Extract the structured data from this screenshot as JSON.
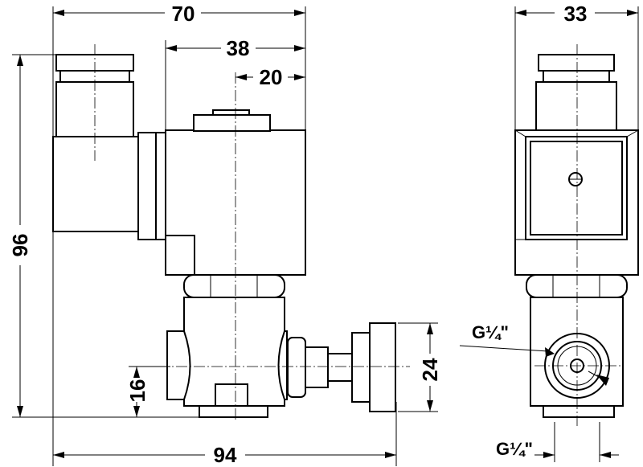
{
  "dimensions": {
    "width_total_top": "70",
    "width_coil": "38",
    "center_offset": "20",
    "width_side": "33",
    "height_total": "96",
    "port_height": "16",
    "knob_diameter": "24",
    "length_total": "94"
  },
  "threads": {
    "side_port": "G¼\"",
    "bottom_port": "G¼\""
  },
  "colors": {
    "line": "#000000",
    "background": "#ffffff"
  }
}
